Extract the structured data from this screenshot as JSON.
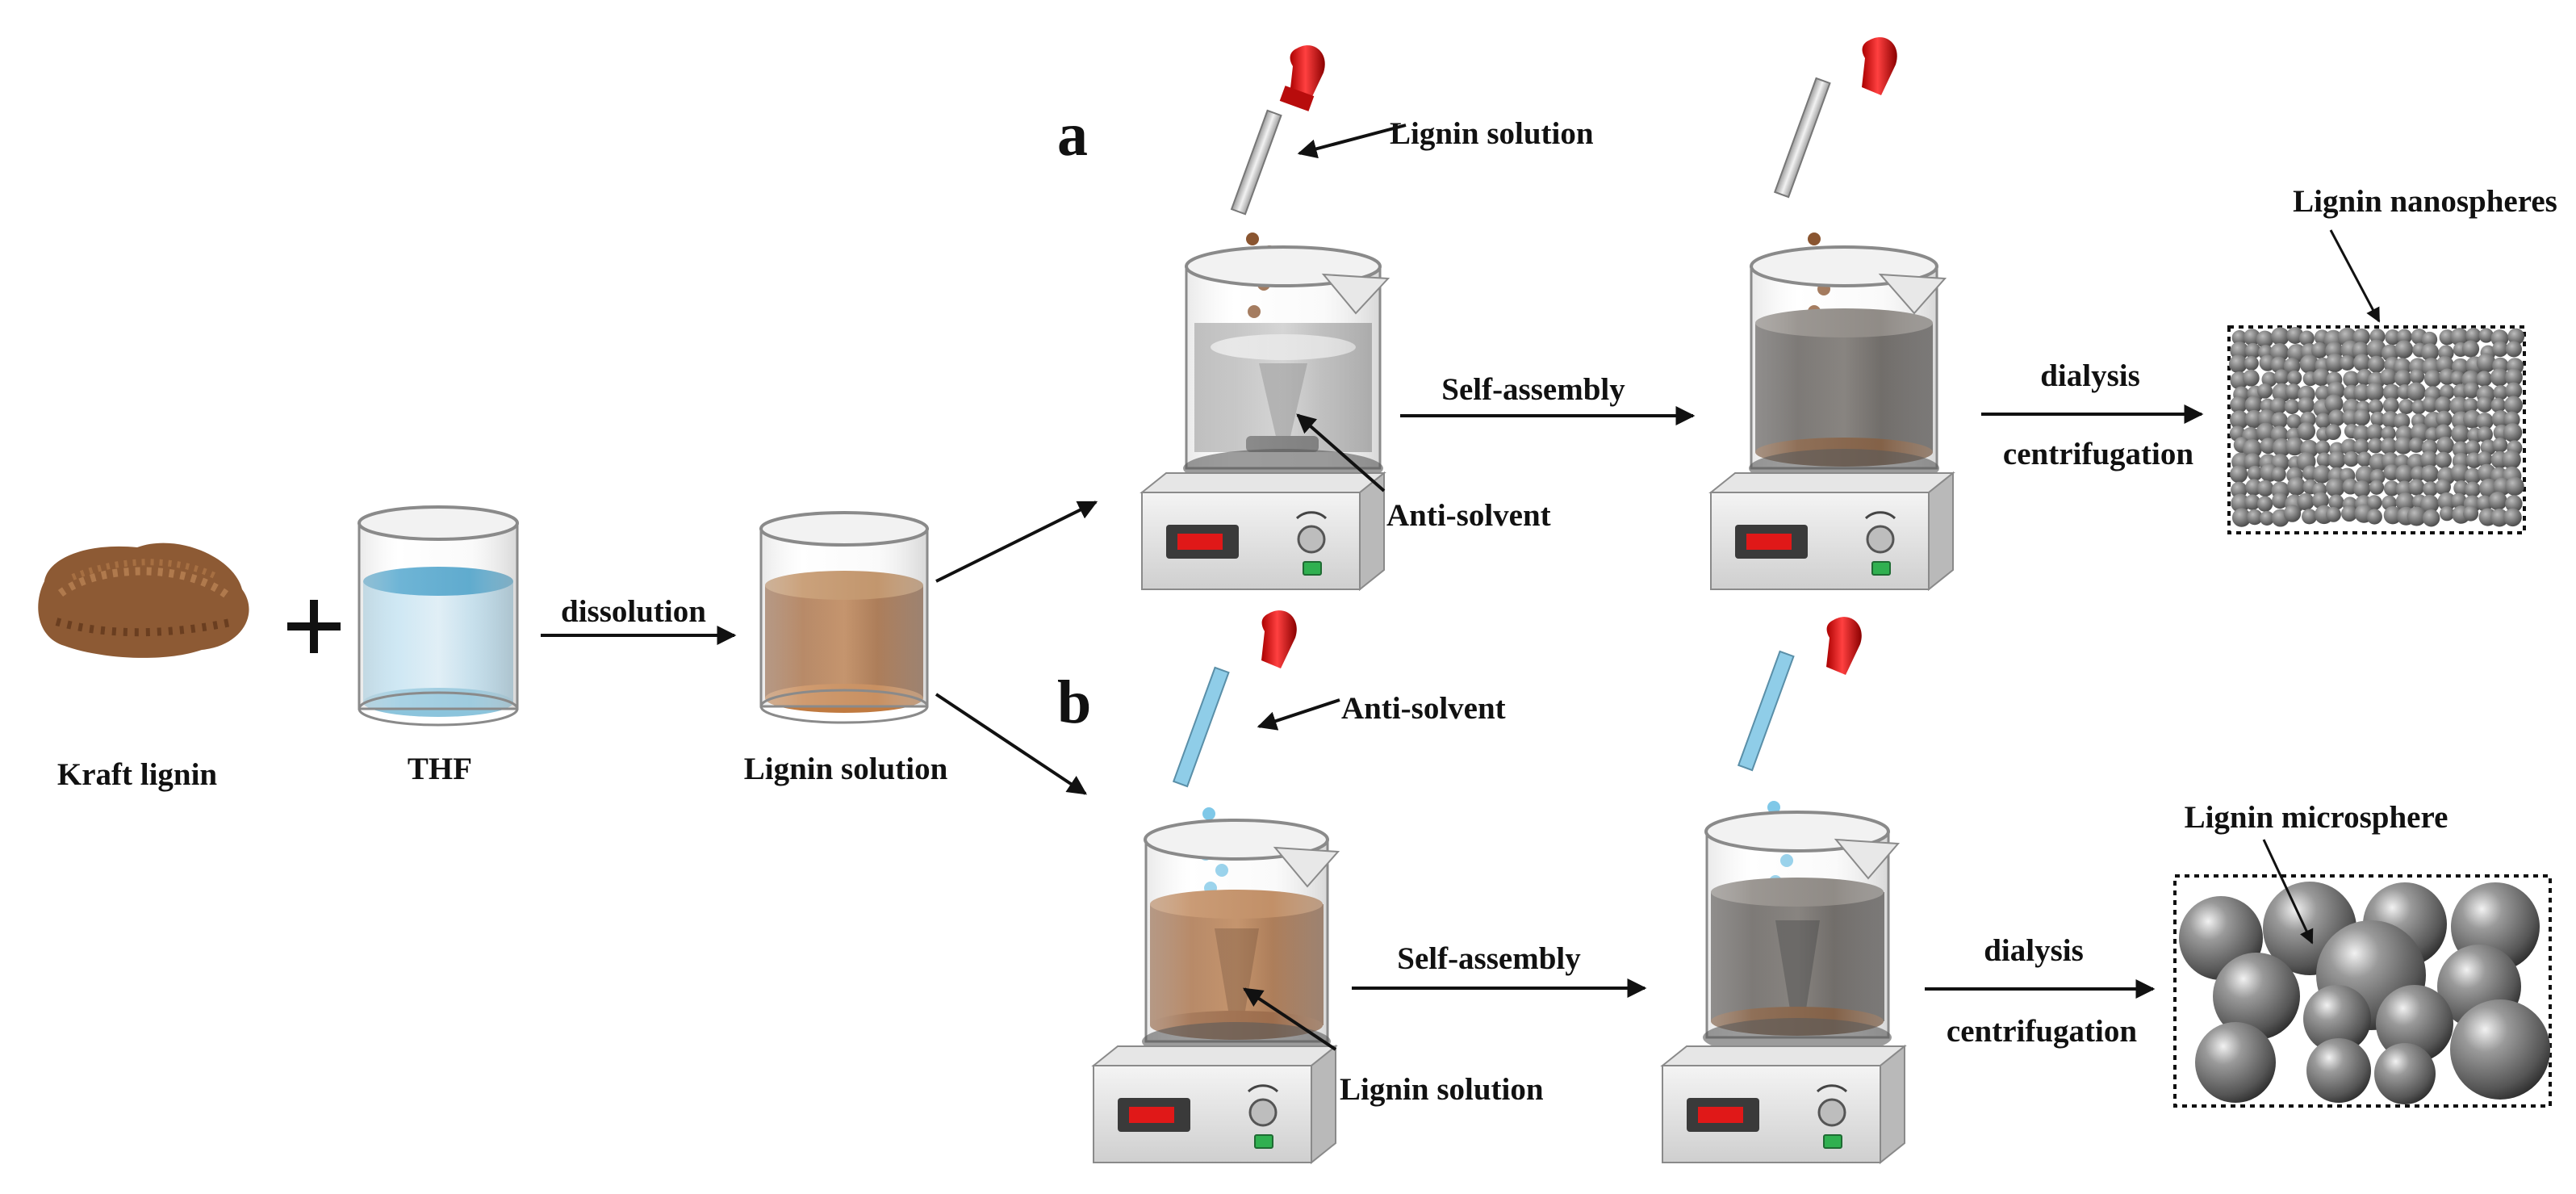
{
  "labels": {
    "panel_a": "a",
    "panel_b": "b",
    "kraft_lignin": "Kraft lignin",
    "thf": "THF",
    "dissolution": "dissolution",
    "lignin_solution_center": "Lignin solution",
    "a_lignin_solution": "Lignin solution",
    "a_anti_solvent": "Anti-solvent",
    "a_self_assembly": "Self-assembly",
    "a_dialysis": "dialysis",
    "a_centrifugation": "centrifugation",
    "a_product": "Lignin nanospheres",
    "b_anti_solvent": "Anti-solvent",
    "b_lignin_solution": "Lignin solution",
    "b_self_assembly": "Self-assembly",
    "b_dialysis": "dialysis",
    "b_centrifugation": "centrifugation",
    "b_product": "Lignin microsphere"
  },
  "colors": {
    "lignin_brown": "#9a5a2c",
    "thf_blue": "#3e9cc8",
    "dropper_red": "#cc1c1c",
    "anti_solvent_blue": "#7fc8e8",
    "dark_solution": "#4a4440",
    "sphere_gray": "#5a5a5a",
    "display_red": "#e01818",
    "button_green": "#30b050"
  },
  "icons": {
    "plus": "plus-icon",
    "powder": "kraft-lignin-powder-icon",
    "beaker": "beaker-icon",
    "stirrer": "magnetic-stirrer-icon",
    "dropper": "dropper-icon"
  }
}
